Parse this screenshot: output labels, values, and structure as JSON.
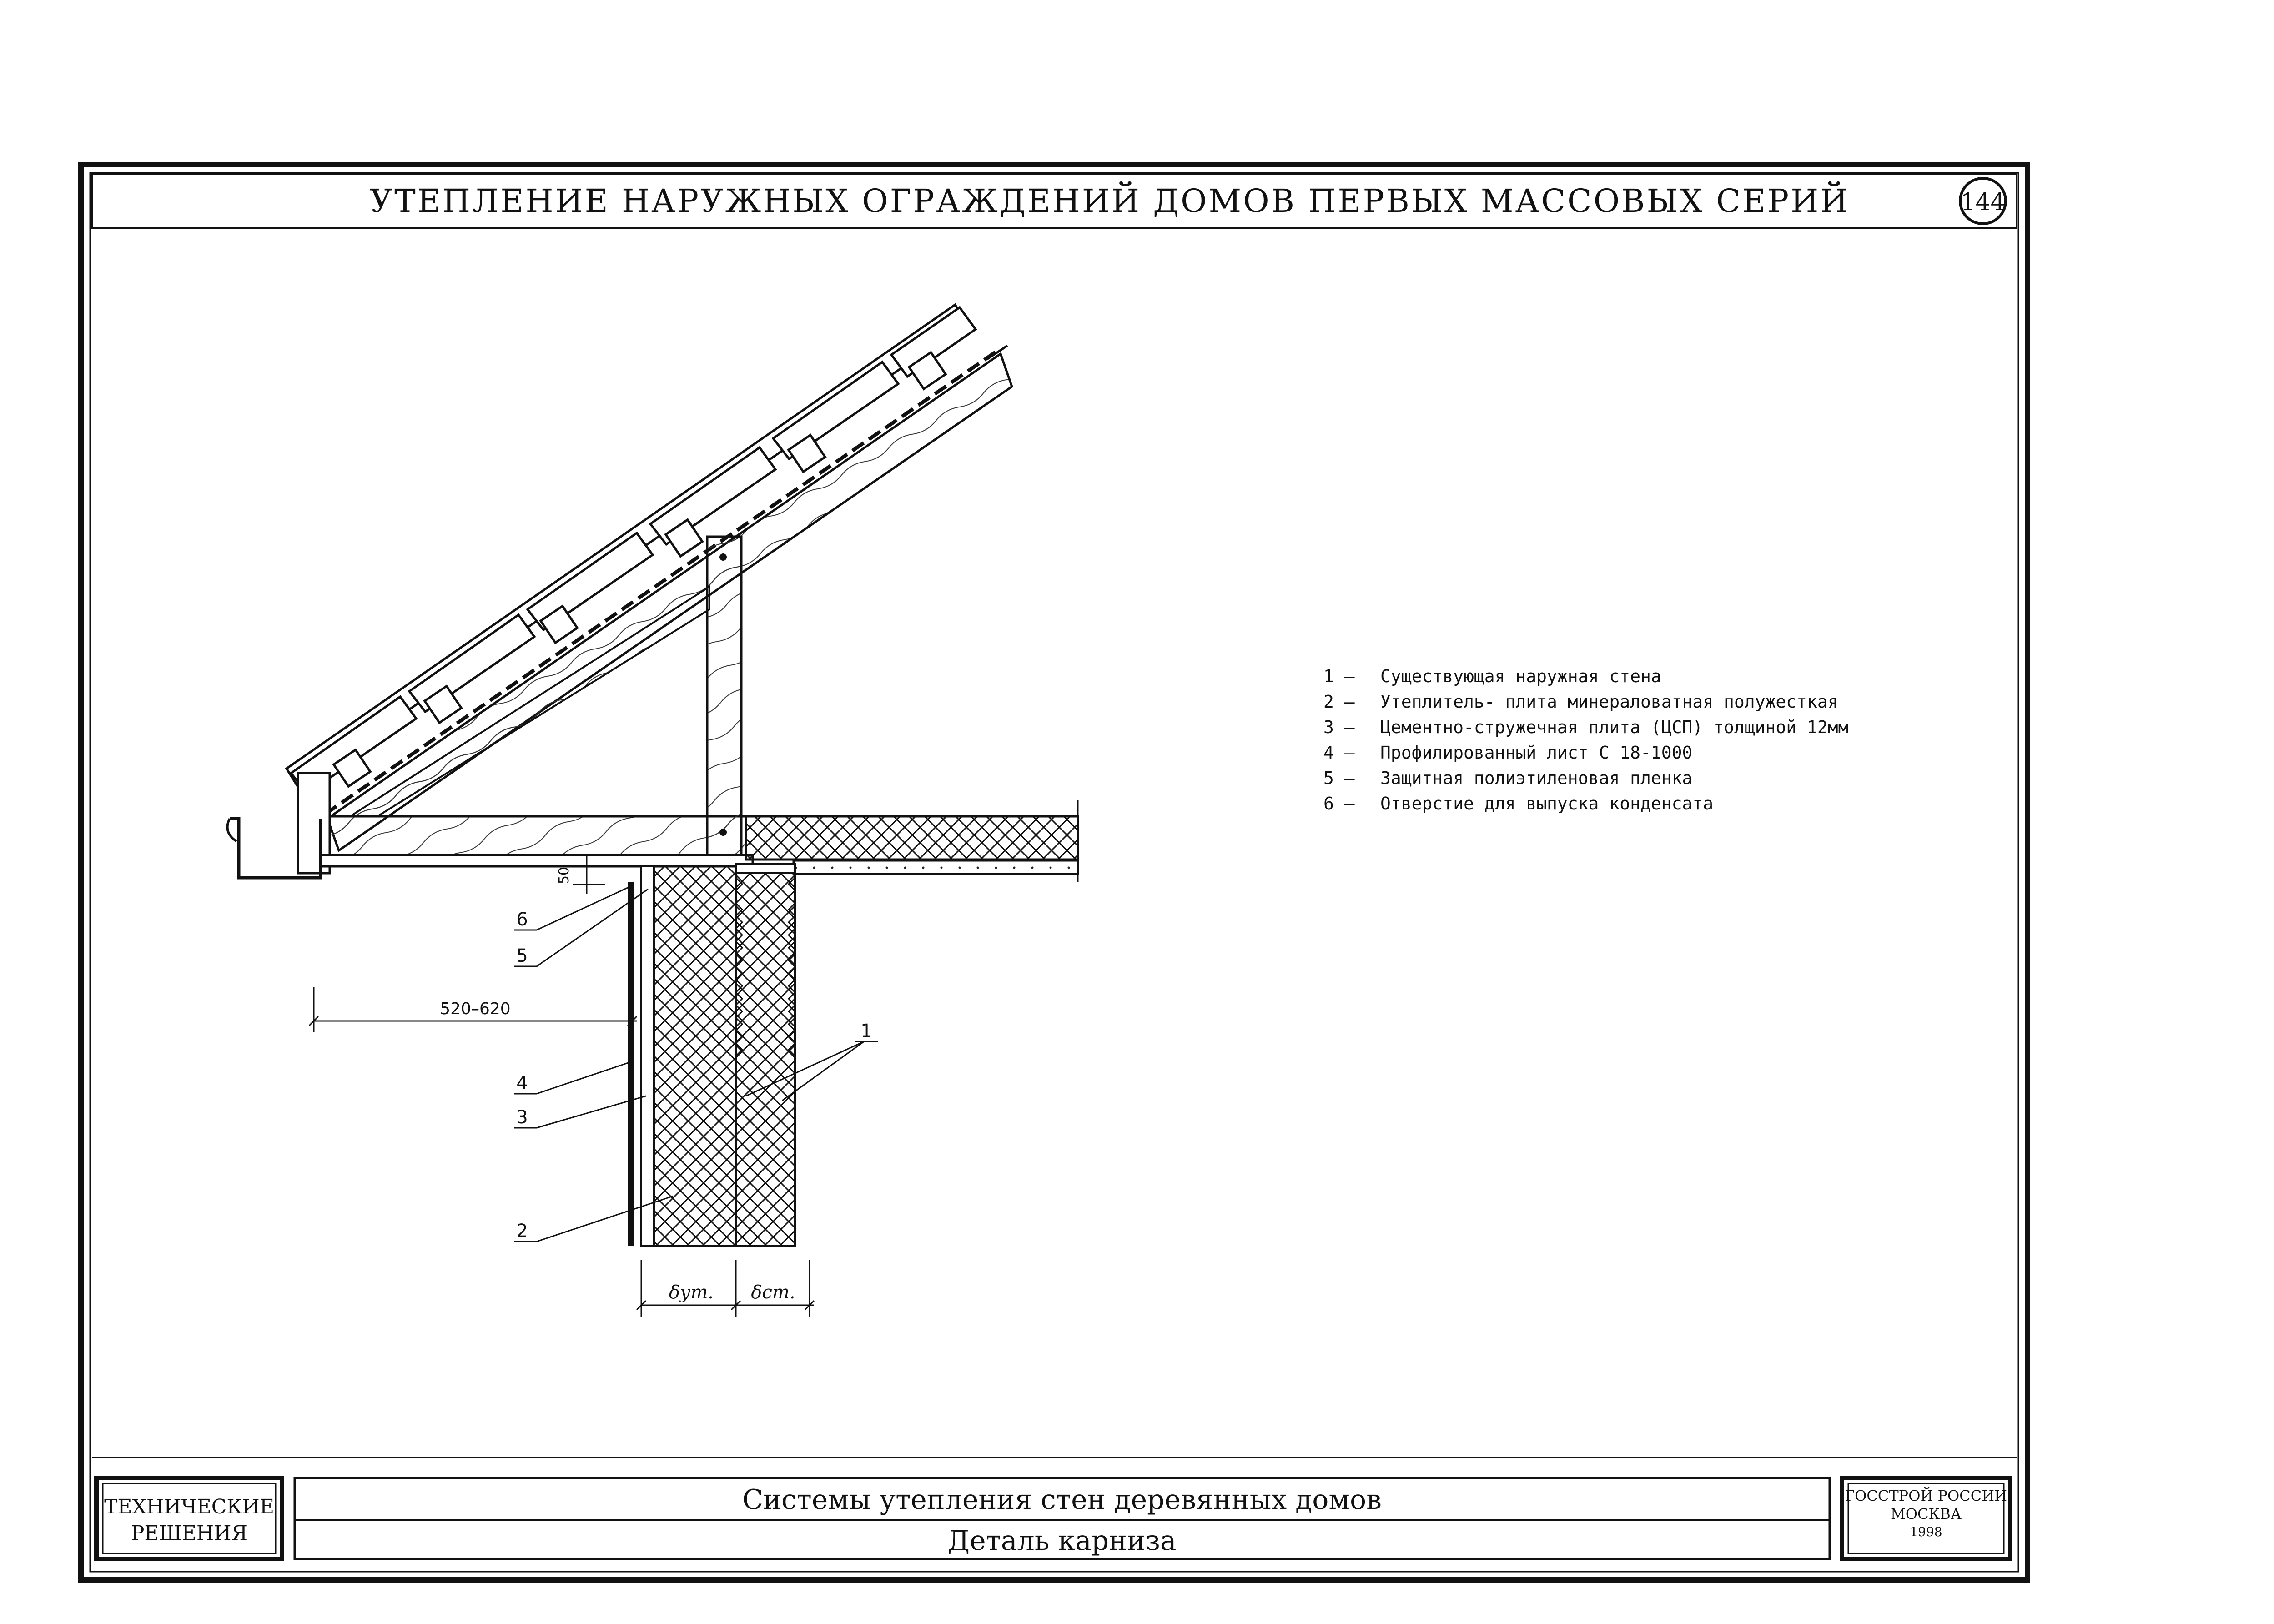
{
  "header": {
    "title": "УТЕПЛЕНИЕ НАРУЖНЫХ ОГРАЖДЕНИЙ ДОМОВ ПЕРВЫХ МАССОВЫХ СЕРИЙ",
    "sheet_number": "144"
  },
  "legend": [
    {
      "num": "1 –",
      "text": "Существующая наружная стена"
    },
    {
      "num": "2 –",
      "text": "Утеплитель- плита минераловатная полужесткая"
    },
    {
      "num": "3 –",
      "text": "Цементно-стружечная плита (ЦСП) толщиной 12мм"
    },
    {
      "num": "4 –",
      "text": "Профилированный лист С 18-1000"
    },
    {
      "num": "5 –",
      "text": "Защитная полиэтиленовая пленка"
    },
    {
      "num": "6 –",
      "text": "Отверстие для выпуска конденсата"
    }
  ],
  "drawing": {
    "callouts": [
      "1",
      "2",
      "3",
      "4",
      "5",
      "6"
    ],
    "dim_overhang": "520–620",
    "dim_gap": "50",
    "dim_insulation": "δут.",
    "dim_wall": "δст."
  },
  "title_block": {
    "left_line1": "ТЕХНИЧЕСКИЕ",
    "left_line2": "РЕШЕНИЯ",
    "center_line1": "Системы утепления стен деревянных домов",
    "center_line2": "Деталь карниза",
    "right_line1": "ГОССТРОЙ РОССИИ",
    "right_line2": "МОСКВА",
    "right_line3": "1998"
  }
}
